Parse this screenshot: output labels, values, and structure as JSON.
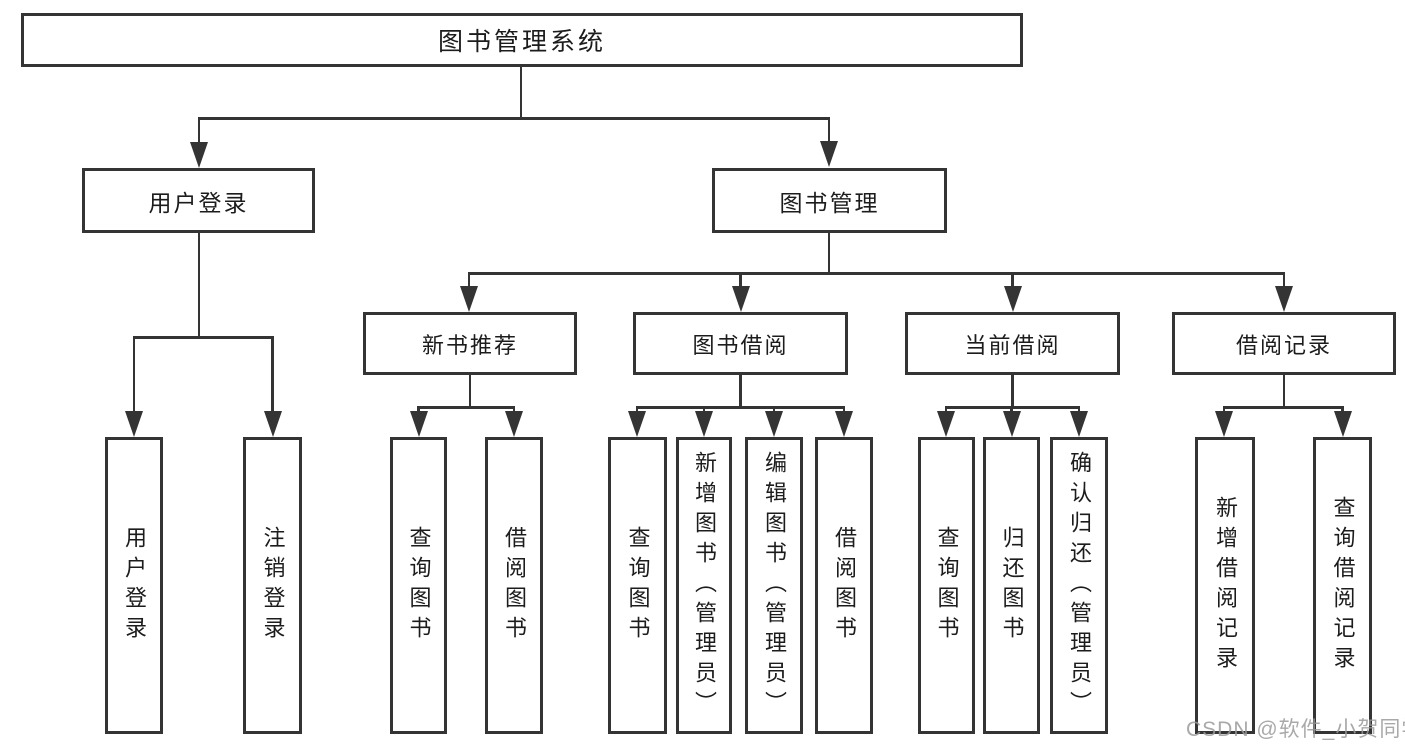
{
  "diagram": {
    "title_node": {
      "label": "图书管理系统"
    },
    "level2": [
      {
        "label": "用户登录"
      },
      {
        "label": "图书管理"
      }
    ],
    "level3": [
      {
        "label": "新书推荐"
      },
      {
        "label": "图书借阅"
      },
      {
        "label": "当前借阅"
      },
      {
        "label": "借阅记录"
      }
    ],
    "level4": [
      {
        "label": "用户登录"
      },
      {
        "label": "注销登录"
      },
      {
        "label": "查询图书"
      },
      {
        "label": "借阅图书"
      },
      {
        "label": "查询图书"
      },
      {
        "label": "新增图书（管理员）"
      },
      {
        "label": "编辑图书（管理员）"
      },
      {
        "label": "借阅图书"
      },
      {
        "label": "查询图书"
      },
      {
        "label": "归还图书"
      },
      {
        "label": "确认归还（管理员）"
      },
      {
        "label": "新增借阅记录"
      },
      {
        "label": "查询借阅记录"
      }
    ],
    "watermark": "CSDN @软件_小贺同学",
    "colors": {
      "line": "#343434",
      "text": "#1c1c1c",
      "background": "#ffffff",
      "watermark": "#9b9b9b"
    }
  }
}
